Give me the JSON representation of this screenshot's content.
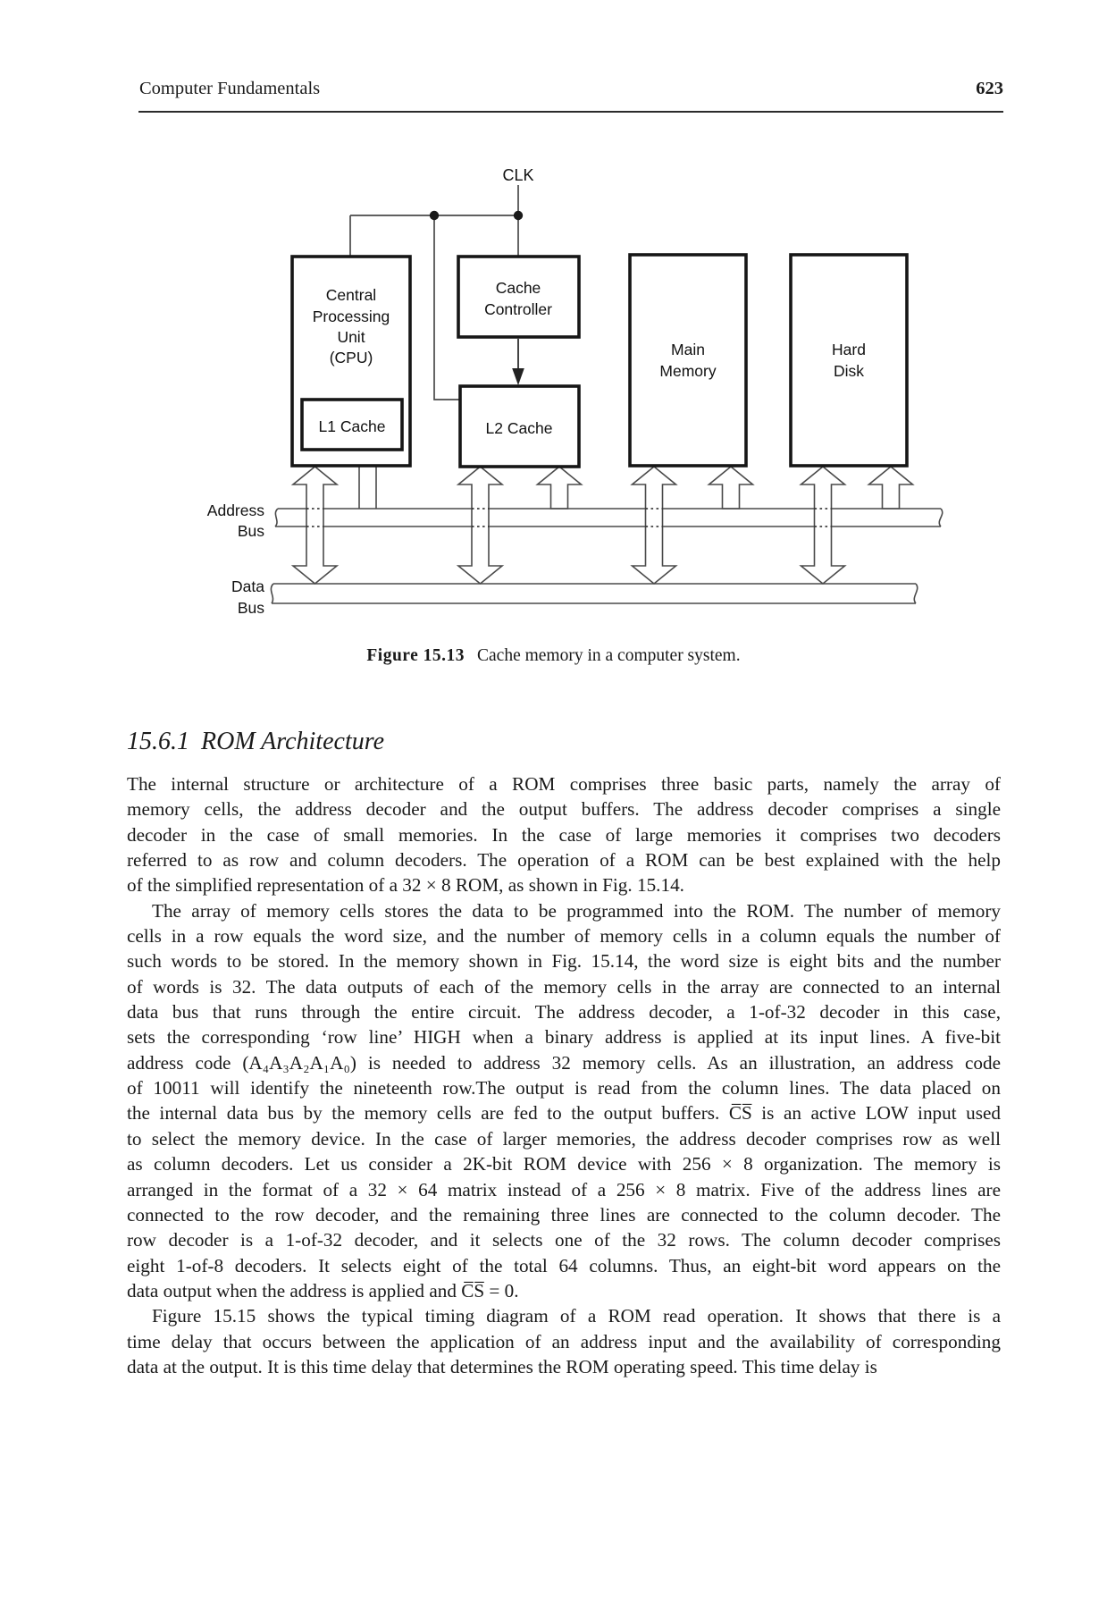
{
  "colors": {
    "background": "#ffffff",
    "ink": "#1a1a1a",
    "diagram_line": "#444444"
  },
  "header": {
    "book_title": "Computer Fundamentals",
    "page_number": "623"
  },
  "figure": {
    "clk_label": "CLK",
    "cpu_label_lines": [
      "Central",
      "Processing",
      "Unit",
      "(CPU)"
    ],
    "l1_cache_label": "L1 Cache",
    "cache_controller_lines": [
      "Cache",
      "Controller"
    ],
    "l2_cache_label": "L2 Cache",
    "main_memory_lines": [
      "Main",
      "Memory"
    ],
    "hard_disk_lines": [
      "Hard",
      "Disk"
    ],
    "address_bus_label_lines": [
      "Address",
      "Bus"
    ],
    "data_bus_label_lines": [
      "Data",
      "Bus"
    ],
    "caption_label": "Figure 15.13",
    "caption_text": "Cache memory in a computer system."
  },
  "section": {
    "number": "15.6.1",
    "title": "ROM Architecture"
  },
  "article": {
    "paragraphs": [
      {
        "indent": false,
        "lines": [
          "The internal structure or architecture of a ROM comprises three basic parts, namely the array of",
          "memory cells, the address decoder and the output buffers. The address decoder comprises a single",
          "decoder in the case of small memories. In the case of large memories it comprises two decoders",
          "referred to as row and column decoders. The operation of a ROM can be best explained with the help",
          "of the simplified representation of a 32 × 8 ROM, as shown in Fig. 15.14."
        ]
      },
      {
        "indent": true,
        "lines": [
          "The array of memory cells stores the data to be programmed into the ROM. The number of memory",
          "cells in a row equals the word size, and the number of memory cells in a column equals the number of",
          "such words to be stored. In the memory shown in Fig. 15.14, the word size is eight bits and the number",
          "of words is 32. The data outputs of each of the memory cells in the array are connected to an internal",
          "data bus that runs through the entire circuit. The address decoder, a 1-of-32 decoder in this case,",
          "sets the corresponding ‘row line’ HIGH when a binary address is applied at its input lines. A five-bit",
          "address code (A₄A₃A₂A₁A₀) is needed to address 32 memory cells. As an illustration, an address code",
          "of 10011 will identify the nineteenth row.The output is read from the column lines. The data placed on",
          "the internal data bus by the memory cells are fed to the output buffers. C̅S̅ is an active LOW input used",
          "to select the memory device. In the case of larger memories, the address decoder comprises row as well",
          "as column decoders. Let us consider a 2K-bit ROM device with 256 × 8 organization. The memory is",
          "arranged in the format of a 32 × 64 matrix instead of a 256 × 8 matrix. Five of the address lines are",
          "connected to the row decoder, and the remaining three lines are connected to the column decoder. The",
          "row decoder is a 1-of-32 decoder, and it selects one of the 32 rows. The column decoder comprises",
          "eight 1-of-8 decoders. It selects eight of the total 64 columns. Thus, an eight-bit word appears on the",
          "data output when the address is applied and C̅S̅ = 0."
        ]
      },
      {
        "indent": true,
        "lines": [
          "Figure 15.15 shows the typical timing diagram of a ROM read operation. It shows that there is a",
          "time delay that occurs between the application of an address input and the availability of corresponding",
          "data at the output. It is this time delay that determines the ROM operating speed. This time delay is"
        ]
      }
    ]
  }
}
